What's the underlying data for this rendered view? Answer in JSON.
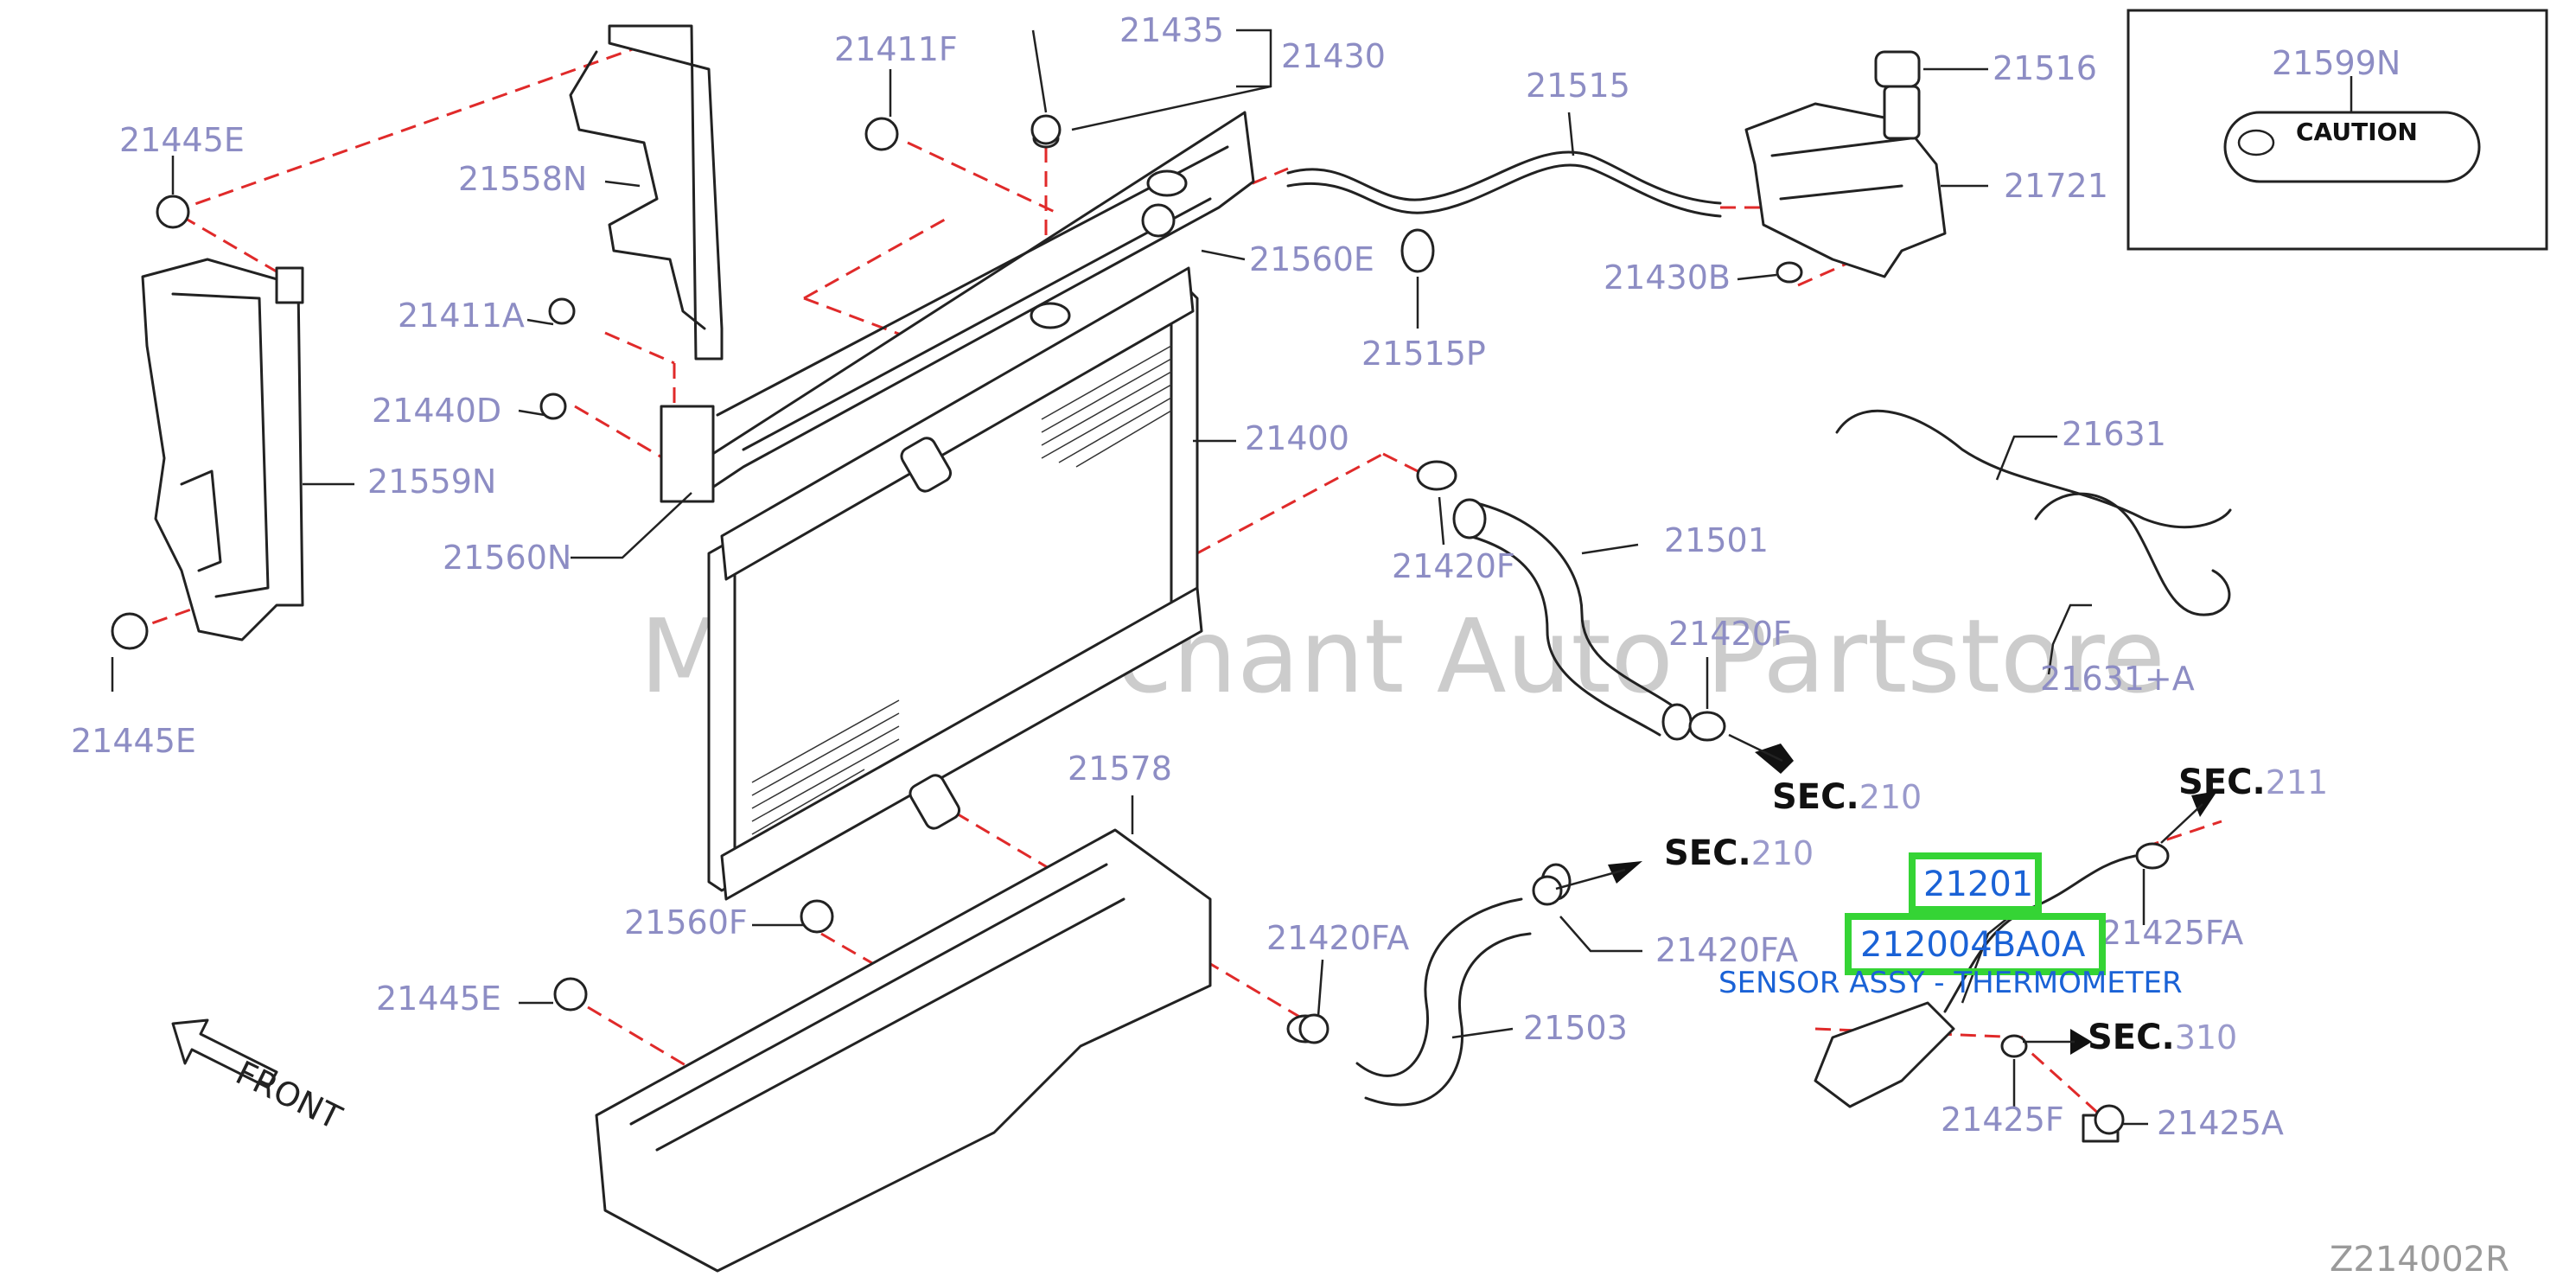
{
  "parts": [
    {
      "id": "c21445E_top",
      "label": "21445E"
    },
    {
      "id": "c21445E_left",
      "label": "21445E"
    },
    {
      "id": "c21445E_bottom",
      "label": "21445E"
    },
    {
      "id": "c21558N",
      "label": "21558N"
    },
    {
      "id": "c21559N",
      "label": "21559N"
    },
    {
      "id": "c21411F",
      "label": "21411F"
    },
    {
      "id": "c21411A",
      "label": "21411A"
    },
    {
      "id": "c21440D",
      "label": "21440D"
    },
    {
      "id": "c21560N",
      "label": "21560N"
    },
    {
      "id": "c21435",
      "label": "21435"
    },
    {
      "id": "c21430",
      "label": "21430"
    },
    {
      "id": "c21560E",
      "label": "21560E"
    },
    {
      "id": "c21400",
      "label": "21400"
    },
    {
      "id": "c21515",
      "label": "21515"
    },
    {
      "id": "c21515P",
      "label": "21515P"
    },
    {
      "id": "c21516",
      "label": "21516"
    },
    {
      "id": "c21721",
      "label": "21721"
    },
    {
      "id": "c21430B",
      "label": "21430B"
    },
    {
      "id": "c21599N",
      "label": "21599N"
    },
    {
      "id": "c21631",
      "label": "21631"
    },
    {
      "id": "c21631A",
      "label": "21631+A"
    },
    {
      "id": "c21420F_a",
      "label": "21420F"
    },
    {
      "id": "c21420F_b",
      "label": "21420F"
    },
    {
      "id": "c21501",
      "label": "21501"
    },
    {
      "id": "c21578",
      "label": "21578"
    },
    {
      "id": "c21560F",
      "label": "21560F"
    },
    {
      "id": "c21420FA_a",
      "label": "21420FA"
    },
    {
      "id": "c21420FA_b",
      "label": "21420FA"
    },
    {
      "id": "c21503",
      "label": "21503"
    },
    {
      "id": "c21425FA",
      "label": "21425FA"
    },
    {
      "id": "c21425F",
      "label": "21425F"
    },
    {
      "id": "c21425A",
      "label": "21425A"
    }
  ],
  "sections": [
    {
      "id": "s210a",
      "prefix": "SEC.",
      "number": "210"
    },
    {
      "id": "s210b",
      "prefix": "SEC.",
      "number": "210"
    },
    {
      "id": "s211",
      "prefix": "SEC.",
      "number": "211"
    },
    {
      "id": "s310",
      "prefix": "SEC.",
      "number": "310"
    }
  ],
  "highlight": {
    "part_number": "21201",
    "item_number": "212004BA0A",
    "description": "SENSOR ASSY - THERMOMETER",
    "accent_color": "#1a62d6",
    "box_color": "#35d435"
  },
  "caution_label": "CAUTION",
  "front_label": "FRONT",
  "watermark": "Multi-Merchant Auto Partstore",
  "diagram_ref": "Z214002R",
  "colors": {
    "part_text": "#8d8dc4",
    "leader_dash": "#e02a2a",
    "line": "#222222"
  }
}
